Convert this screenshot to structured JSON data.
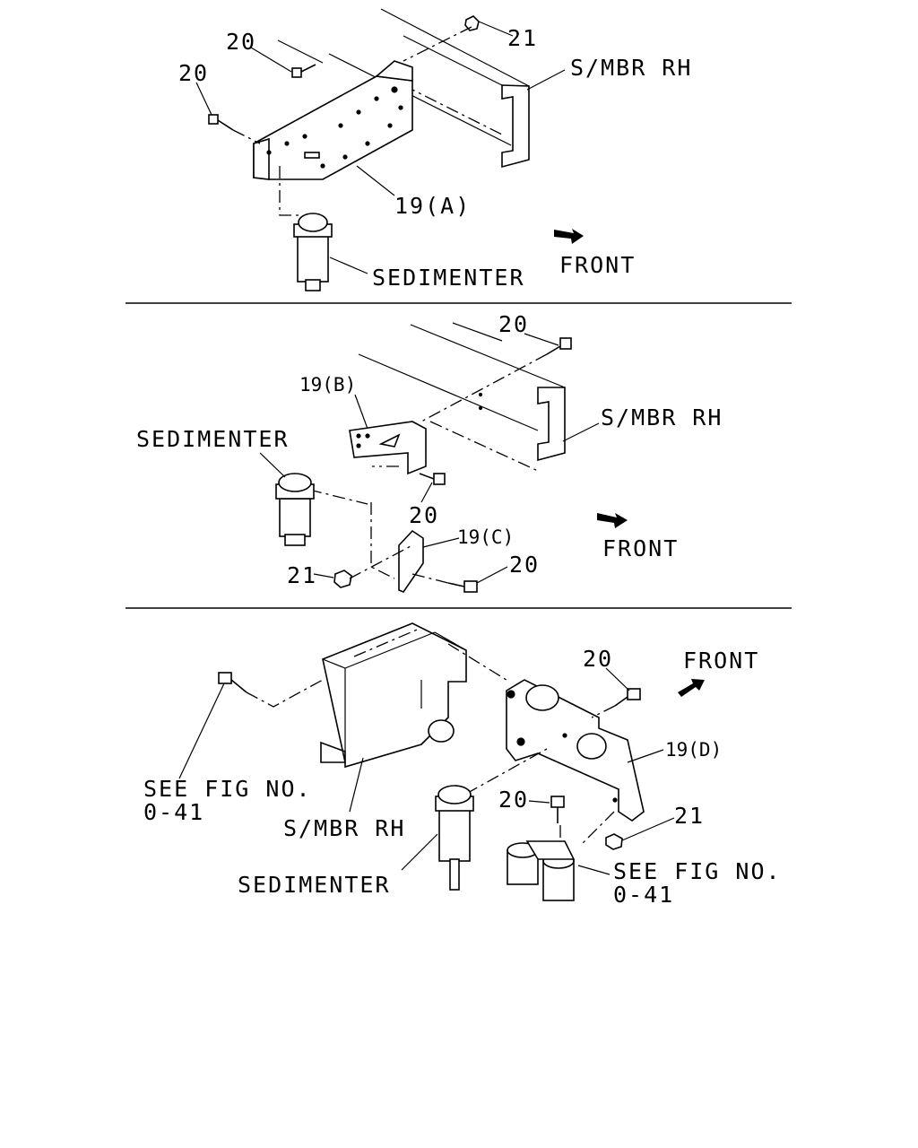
{
  "panels": {
    "top": {
      "labels": {
        "bolt_a": "20",
        "bolt_b": "20",
        "nut": "21",
        "frame": "S/MBR RH",
        "bracket": "19(A)",
        "sedimenter": "SEDIMENTER",
        "front": "FRONT"
      }
    },
    "middle": {
      "labels": {
        "bolt_top": "20",
        "frame": "S/MBR RH",
        "bracket_b": "19(B)",
        "sedimenter": "SEDIMENTER",
        "bolt_mid": "20",
        "bracket_c": "19(C)",
        "front": "FRONT",
        "nut": "21",
        "bolt_bottom": "20"
      }
    },
    "bottom": {
      "labels": {
        "front": "FRONT",
        "bolt_top": "20",
        "bracket_d": "19(D)",
        "see_fig_left_1": "SEE FIG NO.",
        "see_fig_left_2": "0-41",
        "frame": "S/MBR RH",
        "bolt_mid": "20",
        "nut": "21",
        "sedimenter": "SEDIMENTER",
        "see_fig_right_1": "SEE FIG NO.",
        "see_fig_right_2": "0-41"
      }
    }
  }
}
